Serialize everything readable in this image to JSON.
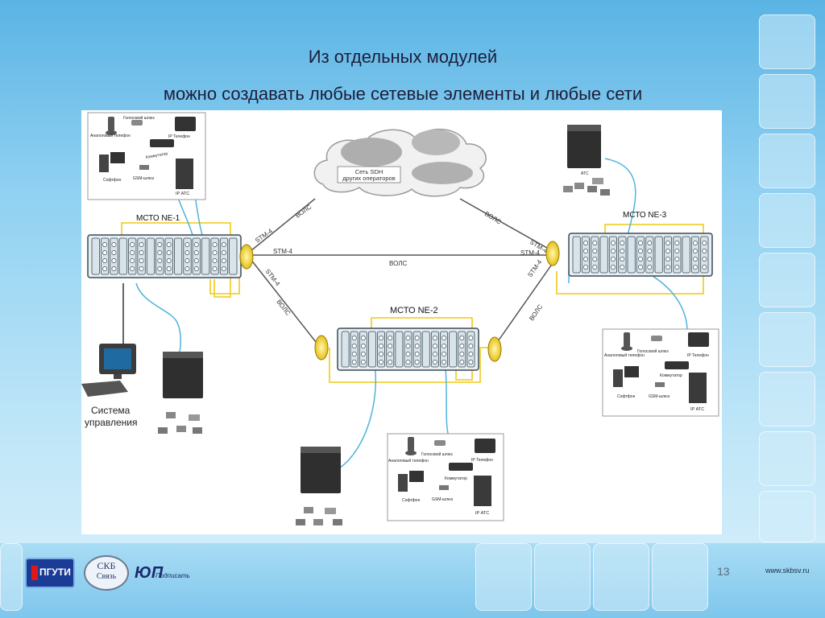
{
  "slide": {
    "title_line1": "Из отдельных модулей",
    "title_line2": "можно создавать любые сетевые элементы и любые сети",
    "page_number": "13",
    "site_url": "www.skbsv.ru"
  },
  "logos": {
    "psuti": "ПГУТИ",
    "skb_line1": "СКБ",
    "skb_line2": "Связь",
    "yp_letters": "ЮП",
    "yp_text": "Подписать"
  },
  "diagram": {
    "nodes": {
      "ne1": "МСТО NE-1",
      "ne2": "МСТО NE-2",
      "ne3": "МСТО NE-3"
    },
    "cloud_line1": "Сеть SDH",
    "cloud_line2": "других операторов",
    "links": {
      "stm4": "STM-4",
      "vols": "ВОЛС"
    },
    "management_line1": "Система",
    "management_line2": "управления",
    "ip_group": {
      "analog_phone": "Аналоговый телефон",
      "voice_gateway": "Голосовой шлюз",
      "ip_phone": "IP Телефон",
      "switch": "Коммутатор",
      "softphone": "Софтфон",
      "gsm_gateway": "GSM-шлюз",
      "ip_pbx": "IP АТС"
    },
    "pbx_label": "АТС"
  },
  "colors": {
    "fiber_line": "#555555",
    "yellow_link": "#f2d033",
    "blue_link": "#4fb3dc",
    "module_fill": "#d8e4ea",
    "module_stroke": "#3a4a55"
  }
}
